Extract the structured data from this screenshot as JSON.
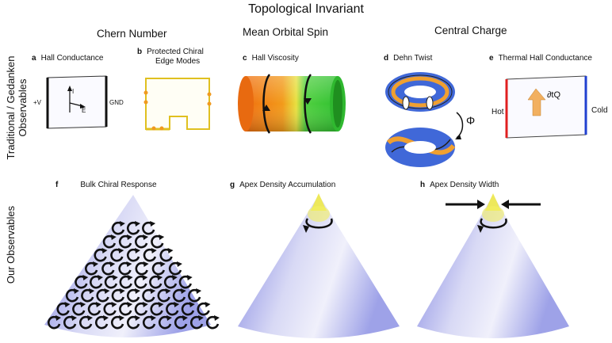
{
  "title": "Topological Invariant",
  "columns": {
    "chern": "Chern Number",
    "spin": "Mean Orbital Spin",
    "charge": "Central Charge"
  },
  "rows": {
    "top_line1": "Traditional / Gedanken",
    "top_line2": "Observables",
    "bottom": "Our Observables"
  },
  "panels": {
    "a": {
      "letter": "a",
      "title": "Hall Conductance",
      "left": "+V",
      "right": "GND",
      "current": "I",
      "field": "E"
    },
    "b": {
      "letter": "b",
      "title_line1": "Protected Chiral",
      "title_line2": "Edge Modes"
    },
    "c": {
      "letter": "c",
      "title": "Hall Viscosity"
    },
    "d": {
      "letter": "d",
      "title": "Dehn Twist",
      "symbol": "Φ"
    },
    "e": {
      "letter": "e",
      "title": "Thermal Hall Conductance",
      "hot": "Hot",
      "cold": "Cold",
      "flux": "∂tQ"
    },
    "f": {
      "letter": "f",
      "title": "Bulk Chiral Response"
    },
    "g": {
      "letter": "g",
      "title": "Apex Density Accumulation"
    },
    "h": {
      "letter": "h",
      "title": "Apex Density Width"
    }
  },
  "colors": {
    "cone_light": "#e8e9f8",
    "cone_dark": "#5b5fd0",
    "hot": "#e02020",
    "cold": "#2040d0",
    "orange": "#f29a1a",
    "green": "#3fd23a",
    "yellow": "#f0d020",
    "torus_blue": "#4068d8",
    "torus_orange": "#f0a030"
  }
}
